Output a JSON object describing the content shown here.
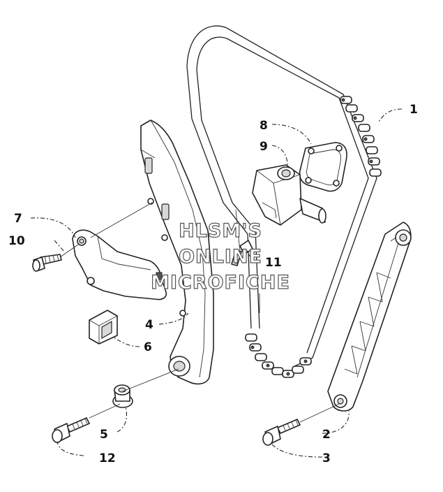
{
  "callouts": [
    {
      "id": "1",
      "label": "1"
    },
    {
      "id": "2",
      "label": "2"
    },
    {
      "id": "3",
      "label": "3"
    },
    {
      "id": "4",
      "label": "4"
    },
    {
      "id": "5",
      "label": "5"
    },
    {
      "id": "6",
      "label": "6"
    },
    {
      "id": "7",
      "label": "7"
    },
    {
      "id": "8",
      "label": "8"
    },
    {
      "id": "9",
      "label": "9"
    },
    {
      "id": "10",
      "label": "10"
    },
    {
      "id": "11",
      "label": "11"
    },
    {
      "id": "12",
      "label": "12"
    }
  ],
  "watermark": {
    "line1": "HLSM'S",
    "line2": "ONLINE",
    "line3": "MICROFICHE"
  }
}
